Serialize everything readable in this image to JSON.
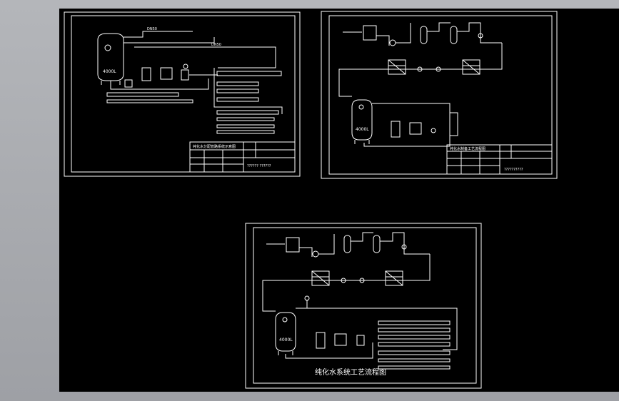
{
  "colors": {
    "viewport_bg": "#a4a6ab",
    "canvas_bg": "#000000",
    "line": "#ffffff"
  },
  "sheet1": {
    "tank_volume": "4000L",
    "pipe_label_top": "DN50",
    "pipe_label_main": "DN50",
    "title": "纯化水分配管路系统示意图",
    "footer": "?????? ??????"
  },
  "sheet2": {
    "tank_volume": "4000L",
    "title": "纯化水制备工艺流程图",
    "footer": "??????????"
  },
  "sheet3": {
    "tank_volume": "4000L",
    "title": "纯化水系统工艺流程图"
  }
}
